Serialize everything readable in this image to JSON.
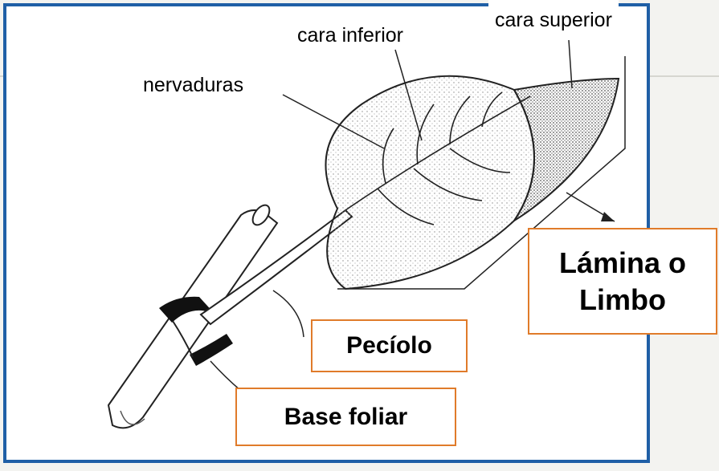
{
  "labels": {
    "cara_superior": "cara superior",
    "cara_inferior": "cara inferior",
    "nervaduras": "nervaduras",
    "lamina": "Lámina o Limbo",
    "peciolo": "Pecíolo",
    "base_foliar": "Base foliar"
  },
  "colors": {
    "frame": "#1f5fa6",
    "label_border": "#e07b2a",
    "ink": "#000000"
  }
}
